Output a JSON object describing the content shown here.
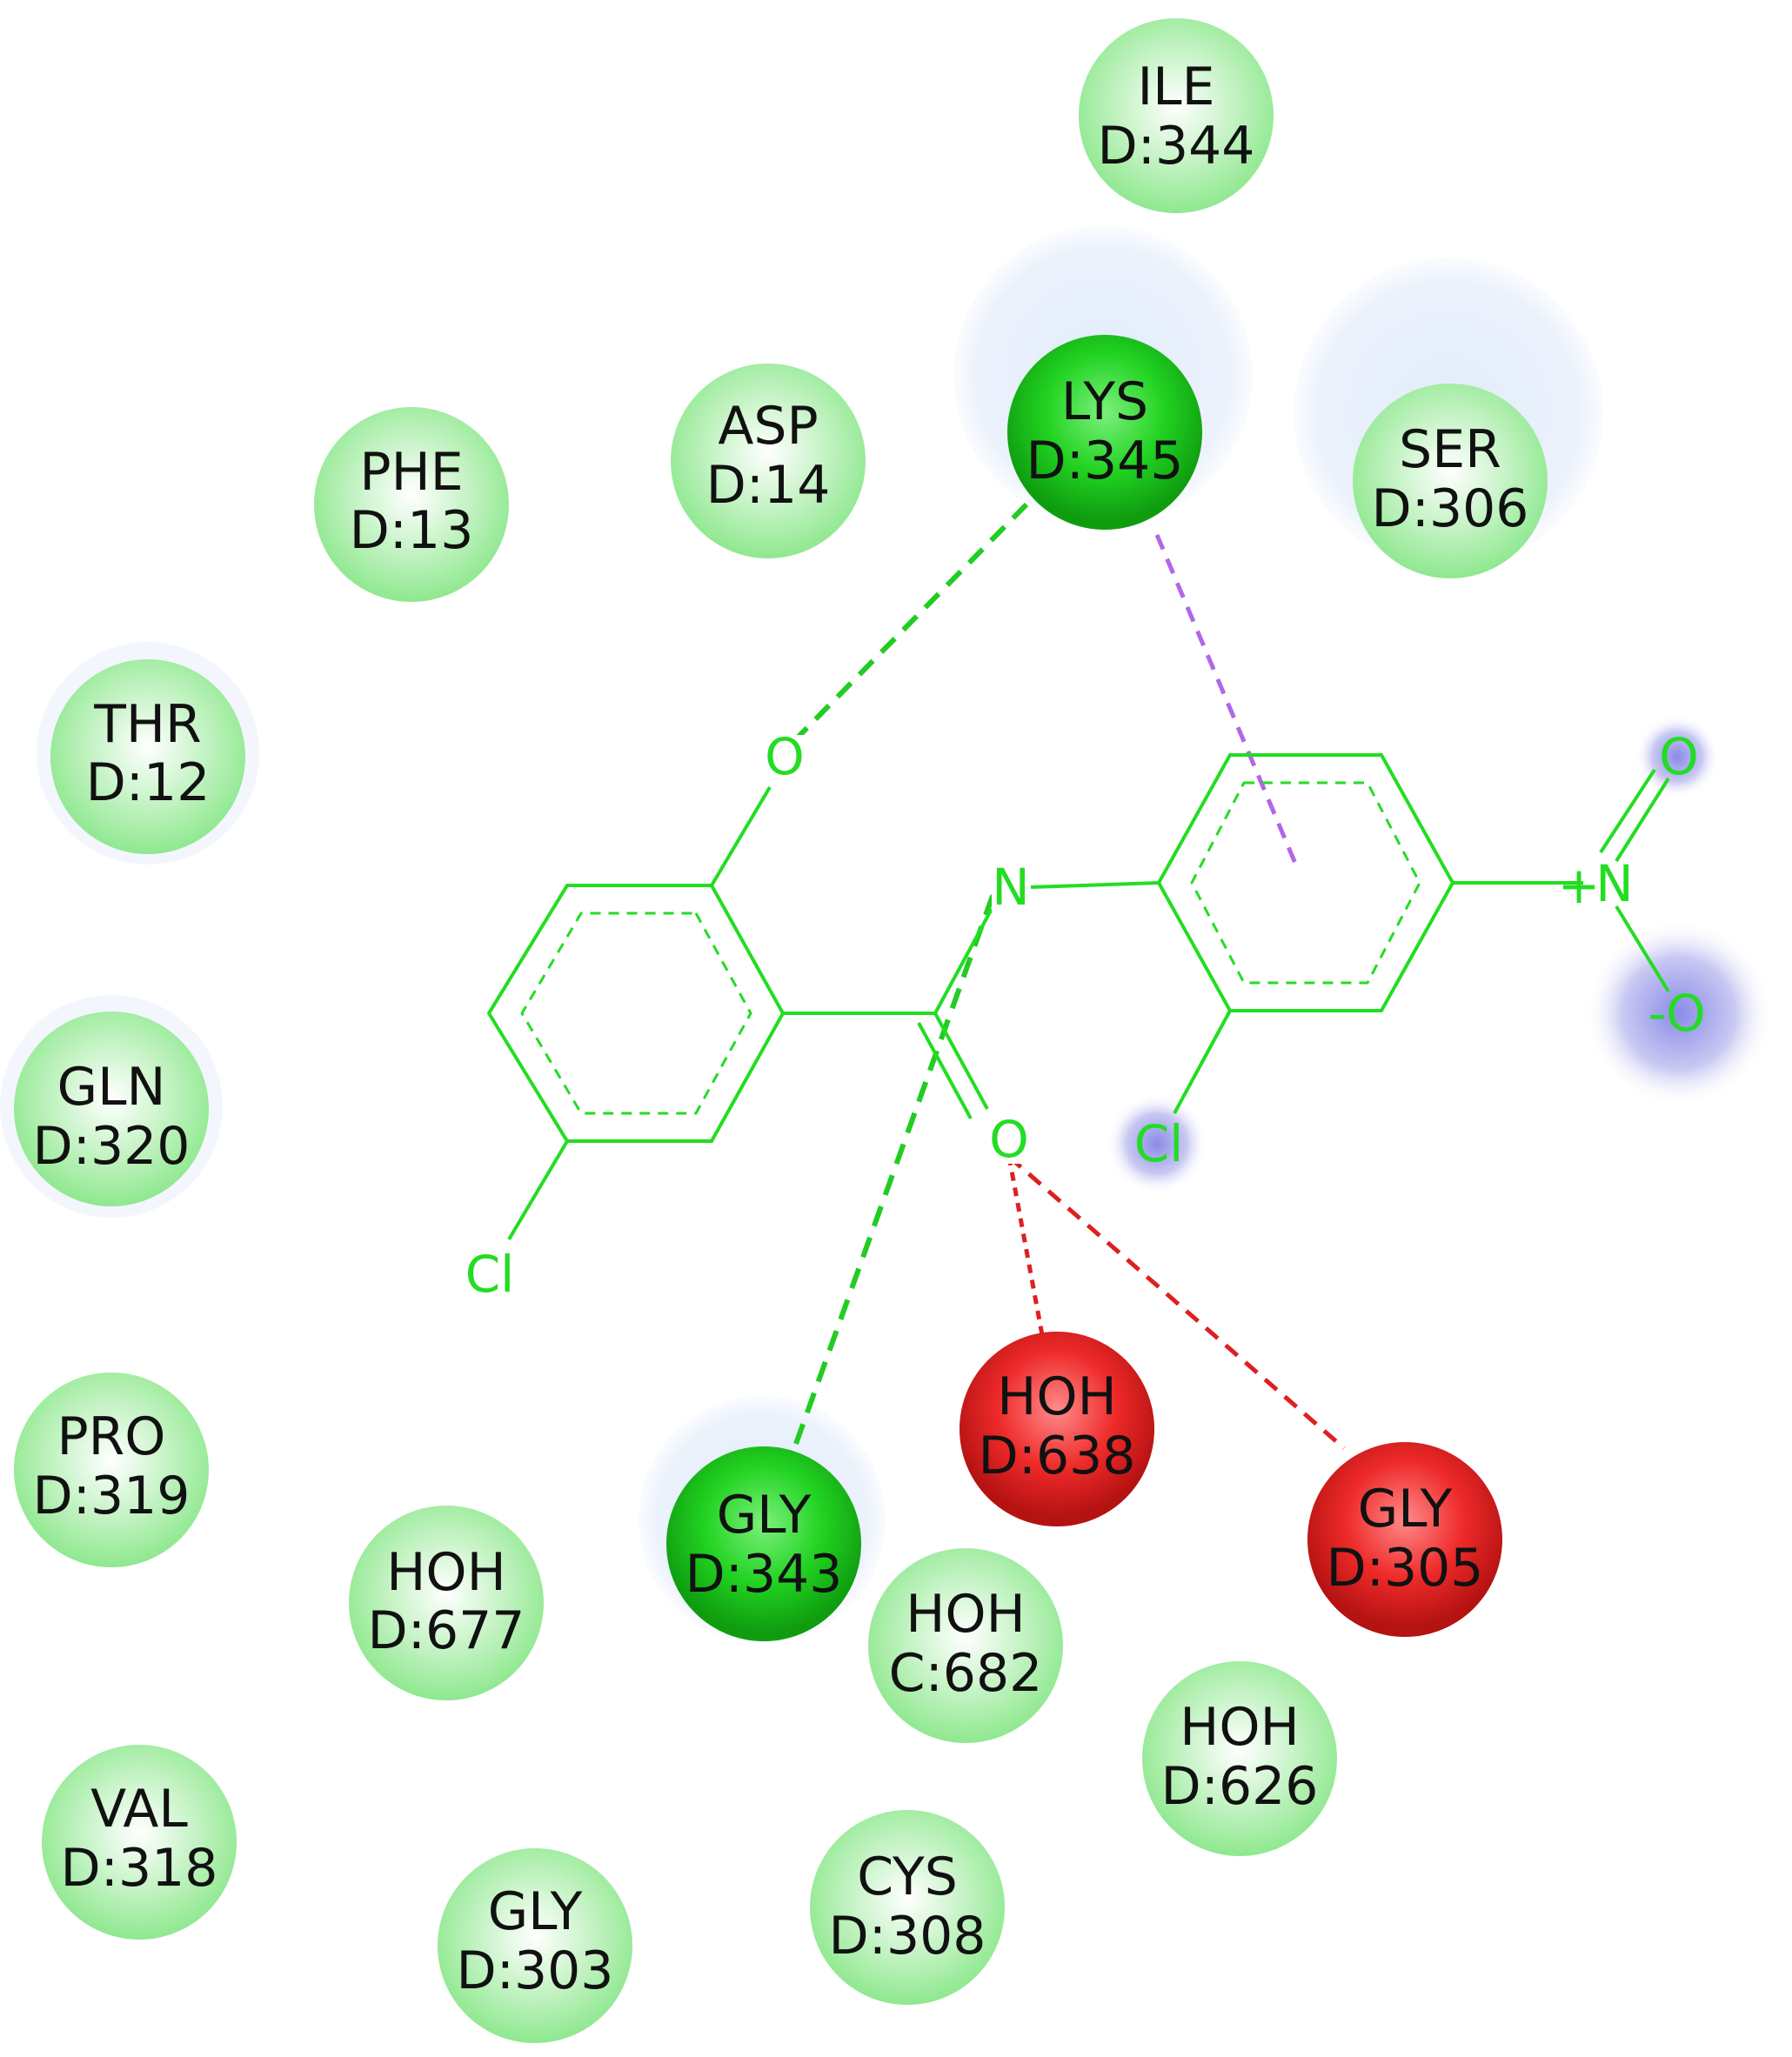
{
  "residues": [
    {
      "id": "ile344",
      "name": "ILE",
      "pos": "D:344",
      "kind": "vdw"
    },
    {
      "id": "lys345",
      "name": "LYS",
      "pos": "D:345",
      "kind": "hbond"
    },
    {
      "id": "ser306",
      "name": "SER",
      "pos": "D:306",
      "kind": "vdw"
    },
    {
      "id": "asp14",
      "name": "ASP",
      "pos": "D:14",
      "kind": "vdw"
    },
    {
      "id": "phe13",
      "name": "PHE",
      "pos": "D:13",
      "kind": "vdw"
    },
    {
      "id": "thr12",
      "name": "THR",
      "pos": "D:12",
      "kind": "vdw"
    },
    {
      "id": "gln320",
      "name": "GLN",
      "pos": "D:320",
      "kind": "vdw"
    },
    {
      "id": "pro319",
      "name": "PRO",
      "pos": "D:319",
      "kind": "vdw"
    },
    {
      "id": "val318",
      "name": "VAL",
      "pos": "D:318",
      "kind": "vdw"
    },
    {
      "id": "gly303",
      "name": "GLY",
      "pos": "D:303",
      "kind": "vdw"
    },
    {
      "id": "hoh677",
      "name": "HOH",
      "pos": "D:677",
      "kind": "vdw"
    },
    {
      "id": "gly343",
      "name": "GLY",
      "pos": "D:343",
      "kind": "hbond"
    },
    {
      "id": "hoh682",
      "name": "HOH",
      "pos": "C:682",
      "kind": "vdw"
    },
    {
      "id": "cys308",
      "name": "CYS",
      "pos": "D:308",
      "kind": "vdw"
    },
    {
      "id": "hoh626",
      "name": "HOH",
      "pos": "D:626",
      "kind": "vdw"
    },
    {
      "id": "hoh638",
      "name": "HOH",
      "pos": "D:638",
      "kind": "unfavorable"
    },
    {
      "id": "gly305",
      "name": "GLY",
      "pos": "D:305",
      "kind": "unfavorable"
    }
  ],
  "ligand_atoms": {
    "o_hydroxyl": "O",
    "n_imine": "N",
    "o_carbonyl": "O",
    "cl_left": "Cl",
    "cl_right": "Cl",
    "n_nitro": "N",
    "n_nitro_charge": "+",
    "o_nitro_top": "O",
    "o_nitro_bottom": "O",
    "o_nitro_bottom_charge": "-"
  },
  "colors": {
    "ligand": "#22dd22",
    "vdw": "#9eed9e",
    "hbond": "#19c919",
    "unfavorable": "#e82020",
    "pi_cation": "#b266e8",
    "solvent_halo": "#e6effa"
  }
}
